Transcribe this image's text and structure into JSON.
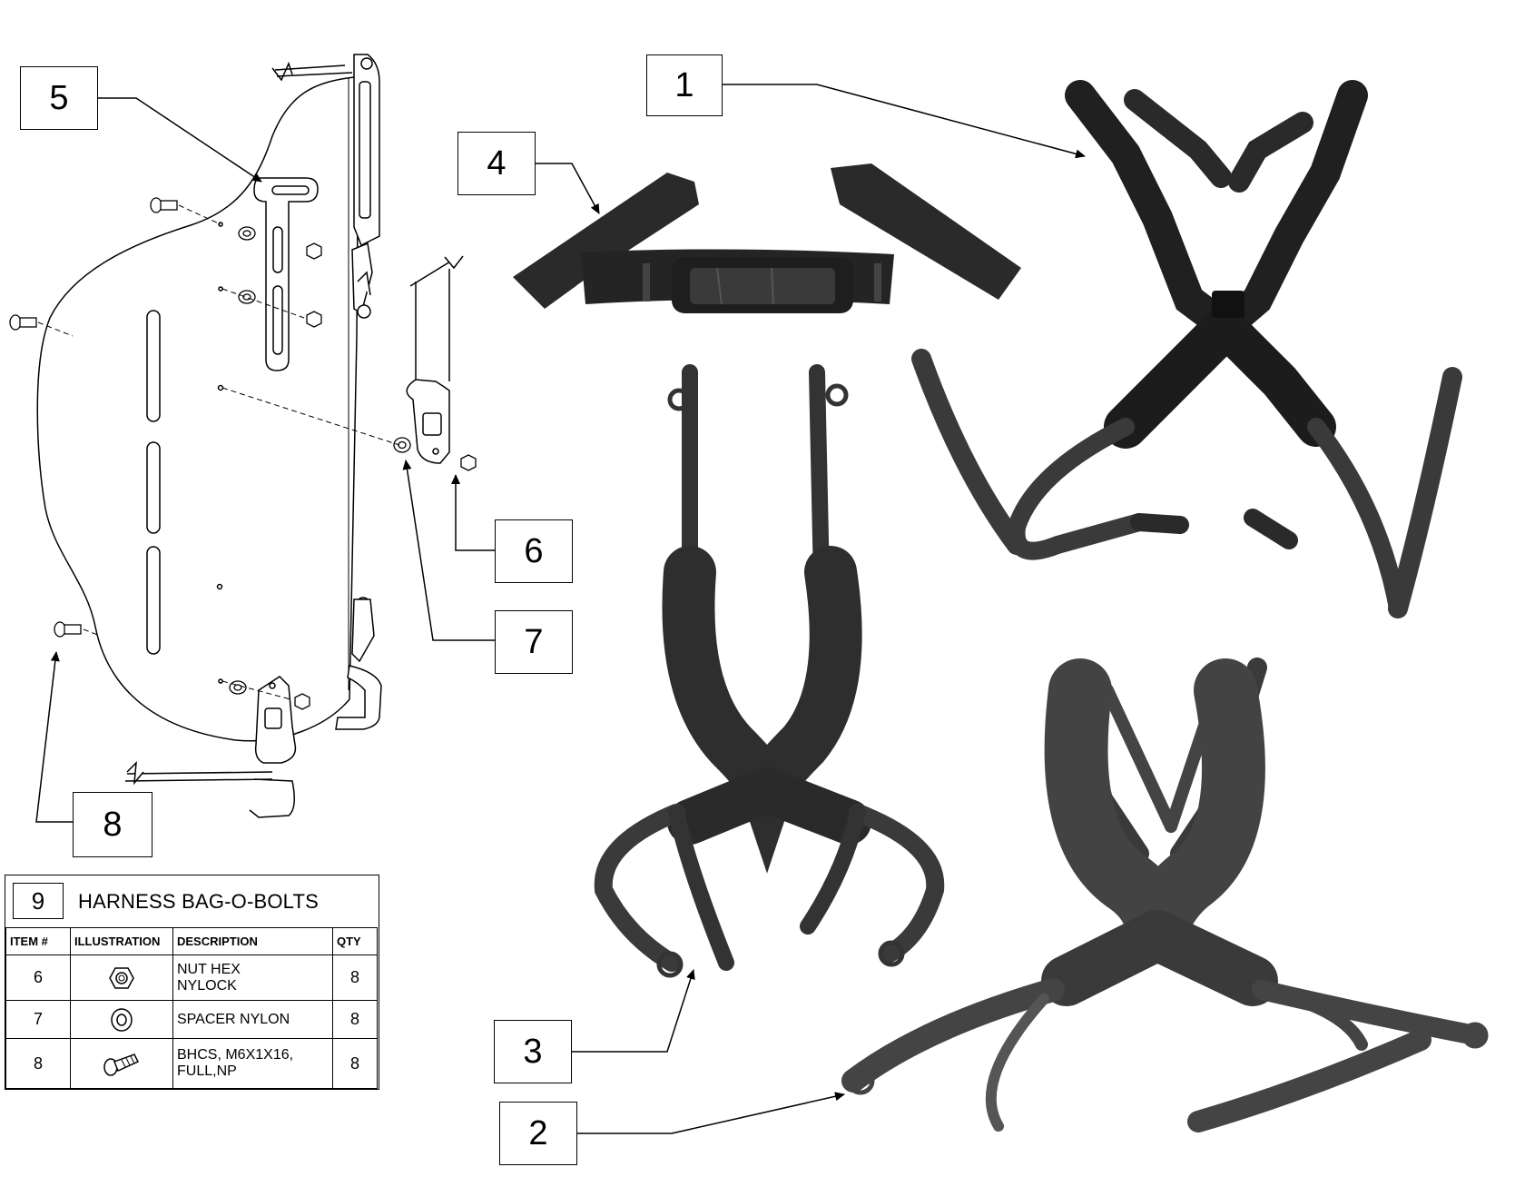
{
  "callouts": [
    "1",
    "2",
    "3",
    "4",
    "5",
    "6",
    "7",
    "8"
  ],
  "bag": {
    "number": "9",
    "title": "HARNESS BAG-O-BOLTS",
    "headers": [
      "ITEM #",
      "ILLUSTRATION",
      "DESCRIPTION",
      "QTY"
    ],
    "rows": [
      {
        "item": "6",
        "icon": "hex-nut-icon",
        "desc_line1": "NUT HEX",
        "desc_line2": "NYLOCK",
        "qty": "8"
      },
      {
        "item": "7",
        "icon": "spacer-icon",
        "desc_line1": "SPACER NYLON",
        "desc_line2": "",
        "qty": "8"
      },
      {
        "item": "8",
        "icon": "bolt-icon",
        "desc_line1": "BHCS, M6X1X16,",
        "desc_line2": "FULL,NP",
        "qty": "8"
      }
    ]
  },
  "colors": {
    "strap": "#2d2d2d",
    "strap_dark": "#1a1a1a",
    "line": "#000000"
  }
}
